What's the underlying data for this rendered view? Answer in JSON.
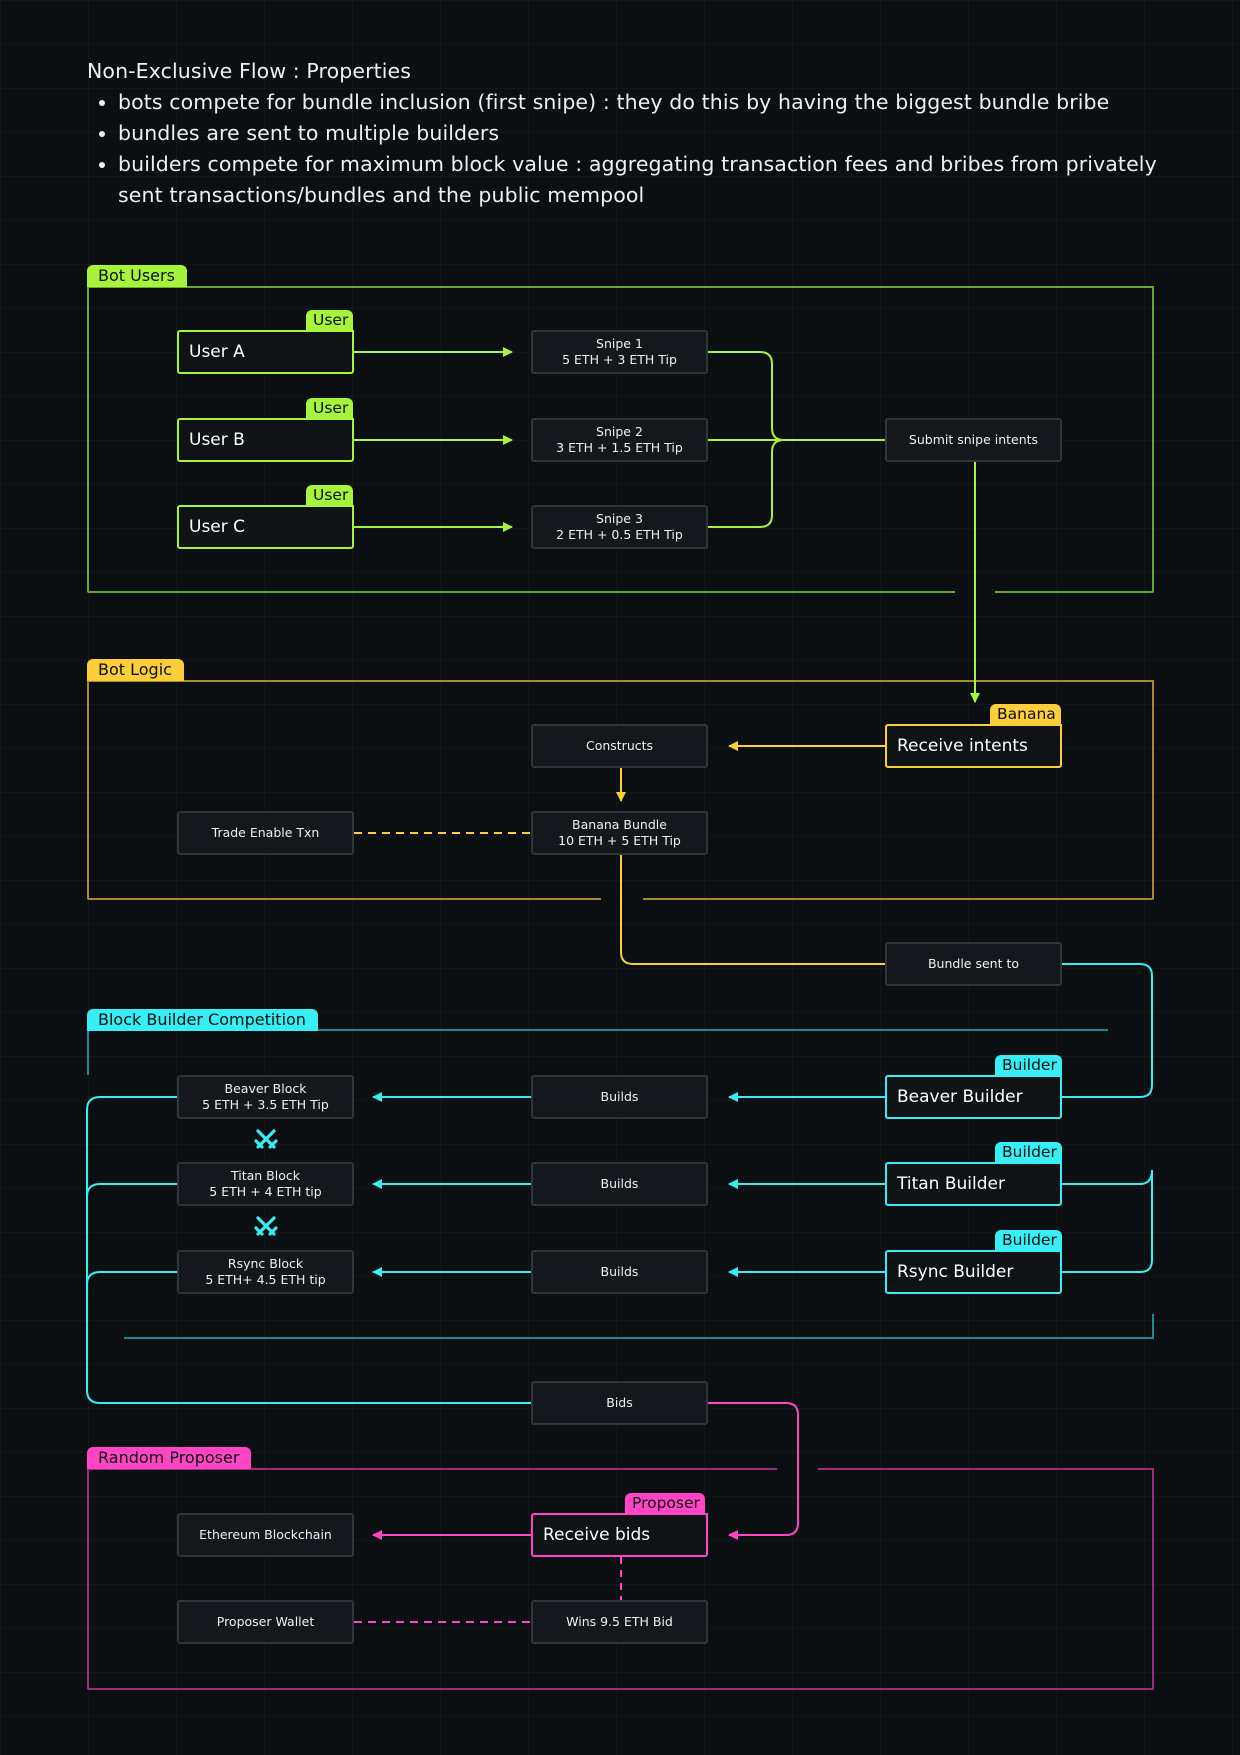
{
  "intro": {
    "heading": "Non-Exclusive Flow : Properties",
    "bullets": [
      "bots compete for bundle inclusion (first snipe) : they do this by having the biggest bundle bribe",
      "bundles are sent to multiple builders",
      "builders compete for maximum block value : aggregating transaction fees and bribes from privately sent transactions/bundles and the public mempool"
    ]
  },
  "colors": {
    "bot_users": "#a6f43c",
    "bot_logic": "#fccf3a",
    "builders": "#37eef5",
    "proposer": "#ff45c6",
    "node_border": "#30353a",
    "background": "#0c0f11"
  },
  "sections": {
    "bot_users": "Bot Users",
    "bot_logic": "Bot Logic",
    "block_builder": "Block Builder Competition",
    "random_proposer": "Random Proposer"
  },
  "bot_users": {
    "users": [
      {
        "label": "User A",
        "role": "User"
      },
      {
        "label": "User B",
        "role": "User"
      },
      {
        "label": "User C",
        "role": "User"
      }
    ],
    "snipes": [
      {
        "line1": "Snipe 1",
        "line2": "5 ETH + 3 ETH Tip"
      },
      {
        "line1": "Snipe 2",
        "line2": "3 ETH + 1.5 ETH Tip"
      },
      {
        "line1": "Snipe 3",
        "line2": "2 ETH + 0.5 ETH Tip"
      }
    ],
    "submit": "Submit snipe intents"
  },
  "bot_logic": {
    "receive": {
      "label": "Receive intents",
      "role": "Banana"
    },
    "constructs": "Constructs",
    "bundle": {
      "line1": "Banana Bundle",
      "line2": "10 ETH + 5 ETH Tip"
    },
    "trade_enable": "Trade Enable Txn"
  },
  "block_builder": {
    "bundle_sent": "Bundle sent to",
    "builders": [
      {
        "label": "Beaver Builder",
        "role": "Builder"
      },
      {
        "label": "Titan Builder",
        "role": "Builder"
      },
      {
        "label": "Rsync Builder",
        "role": "Builder"
      }
    ],
    "builds": [
      "Builds",
      "Builds",
      "Builds"
    ],
    "blocks": [
      {
        "line1": "Beaver Block",
        "line2": "5 ETH + 3.5 ETH Tip"
      },
      {
        "line1": "Titan Block",
        "line2": "5 ETH + 4 ETH tip"
      },
      {
        "line1": "Rsync Block",
        "line2": "5 ETH+ 4.5 ETH tip"
      }
    ],
    "competition_icon": "crossed-swords-icon"
  },
  "random_proposer": {
    "bids": "Bids",
    "receive": {
      "label": "Receive bids",
      "role": "Proposer"
    },
    "chain": "Ethereum Blockchain",
    "wins": "Wins 9.5 ETH Bid",
    "wallet": "Proposer Wallet"
  }
}
